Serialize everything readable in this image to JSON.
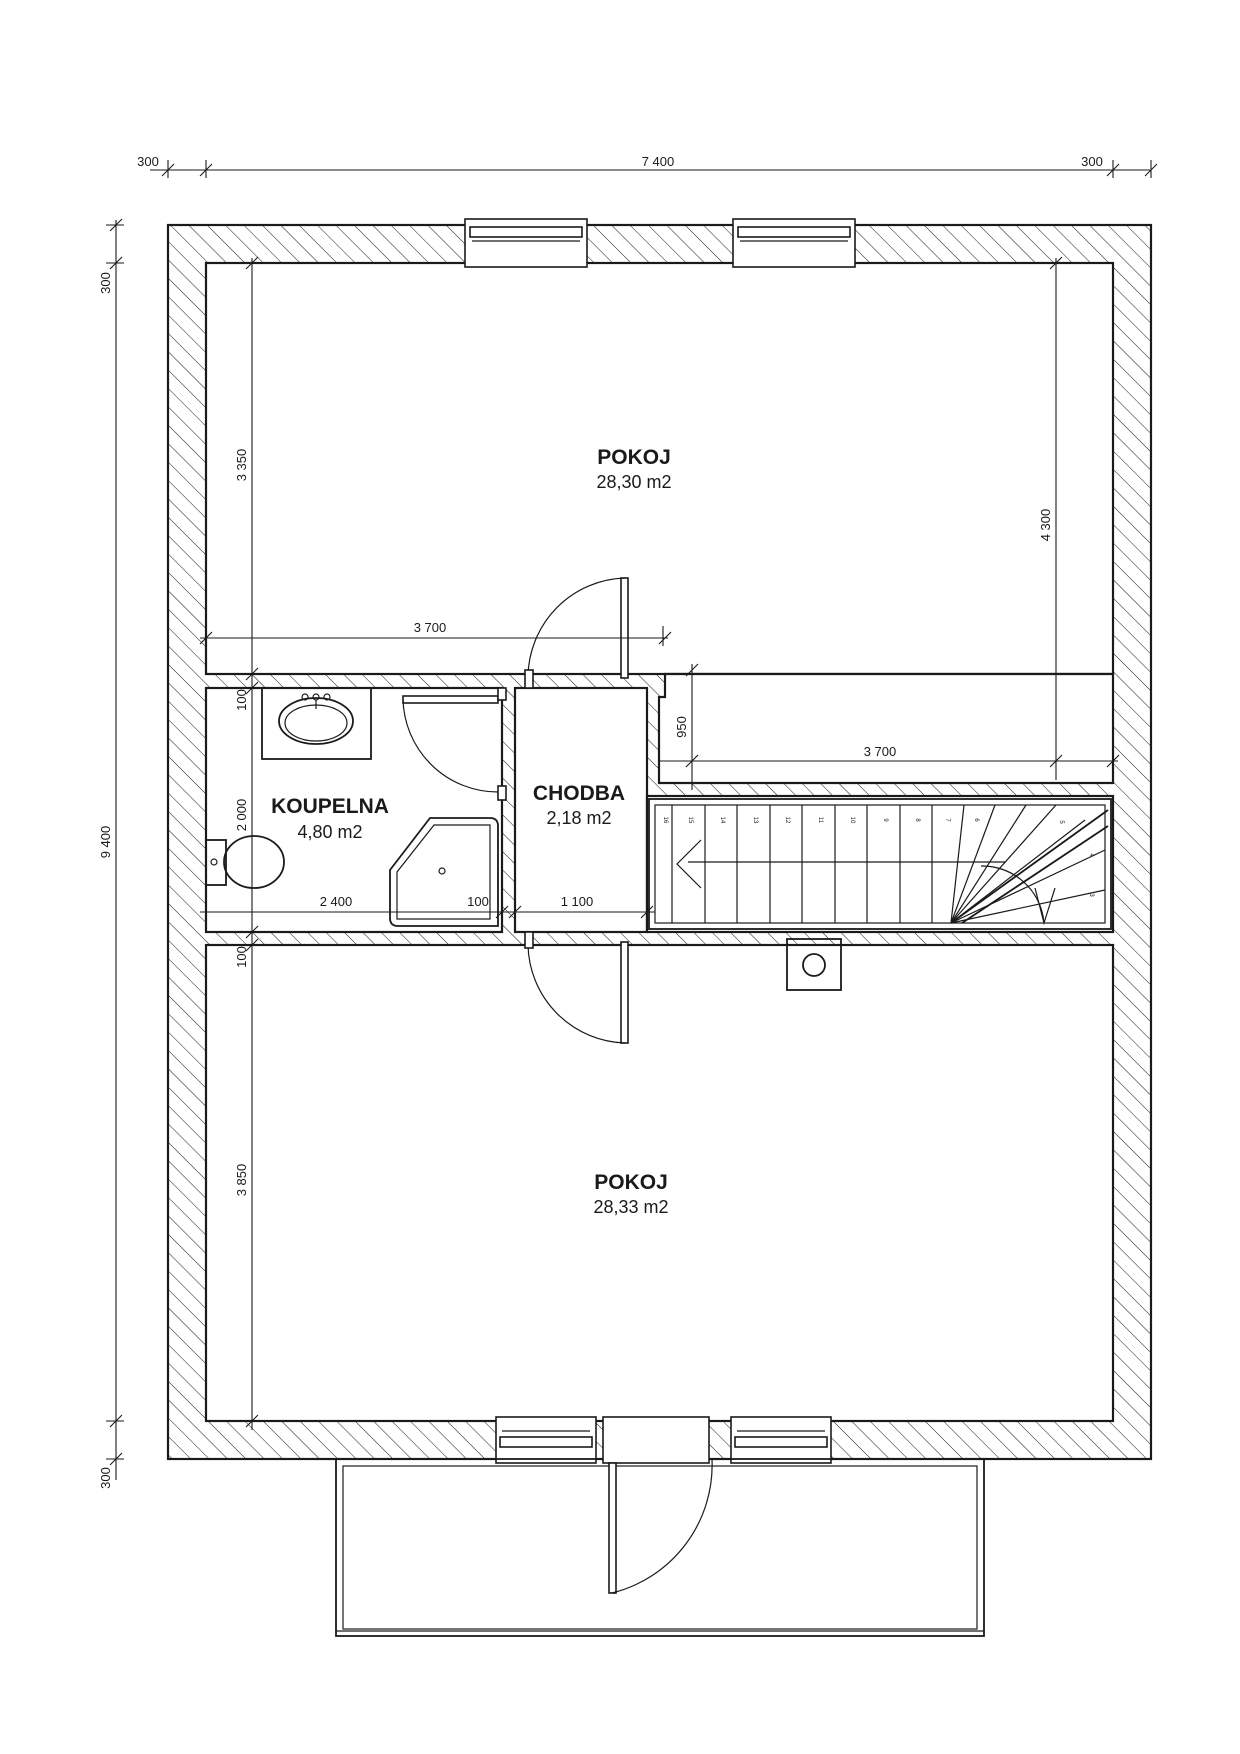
{
  "rooms": {
    "pokoj_top": {
      "name": "POKOJ",
      "area": "28,30 m2"
    },
    "pokoj_bottom": {
      "name": "POKOJ",
      "area": "28,33 m2"
    },
    "koupelna": {
      "name": "KOUPELNA",
      "area": "4,80 m2"
    },
    "chodba": {
      "name": "CHODBA",
      "area": "2,18 m2"
    }
  },
  "dimensions": {
    "top_left": "300",
    "top_total": "7 400",
    "top_right": "300",
    "left_top": "300",
    "left_total": "9 400",
    "left_bottom": "300",
    "top_room_height": "3 350",
    "top_room_right_height": "4 300",
    "top_room_width": "3 700",
    "right_room_width": "3 700",
    "stair_offset": "950",
    "bath_wall_top": "100",
    "bath_height": "2 000",
    "bath_width": "2 400",
    "bath_wall_mid": "100",
    "hall_width": "1 100",
    "bath_wall_bottom": "100",
    "bottom_room_height": "3 850"
  },
  "stairs": {
    "steps": [
      "16",
      "15",
      "14",
      "13",
      "12",
      "11",
      "10",
      "9",
      "8",
      "7",
      "6",
      "5",
      "4",
      "3"
    ]
  }
}
